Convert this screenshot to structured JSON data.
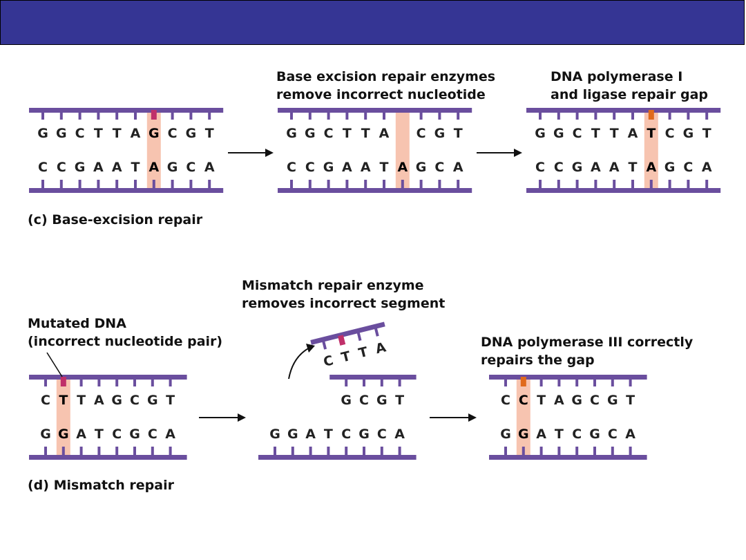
{
  "colors": {
    "title_bar": "#353594",
    "strand": "#6a4e9e",
    "highlight": "#f7c4b0",
    "mismatch_mark": "#c0306a",
    "repair_mark": "#e06a1c",
    "arrow": "#111111"
  },
  "panel_c": {
    "caption": "(c) Base-excision repair",
    "steps": [
      {
        "label_lines": [],
        "top": [
          "G",
          "G",
          "C",
          "T",
          "T",
          "A",
          "G",
          "C",
          "G",
          "T"
        ],
        "bottom": [
          "C",
          "C",
          "G",
          "A",
          "A",
          "T",
          "A",
          "G",
          "C",
          "A"
        ],
        "highlight_index": 6
      },
      {
        "label_lines": [
          "Base excision repair enzymes",
          "remove incorrect nucleotide"
        ],
        "top": [
          "G",
          "G",
          "C",
          "T",
          "T",
          "A",
          "",
          "C",
          "G",
          "T"
        ],
        "bottom": [
          "C",
          "C",
          "G",
          "A",
          "A",
          "T",
          "A",
          "G",
          "C",
          "A"
        ],
        "highlight_index": 6
      },
      {
        "label_lines": [
          "DNA polymerase I",
          "and ligase repair gap"
        ],
        "top": [
          "G",
          "G",
          "C",
          "T",
          "T",
          "A",
          "T",
          "C",
          "G",
          "T"
        ],
        "bottom": [
          "C",
          "C",
          "G",
          "A",
          "A",
          "T",
          "A",
          "G",
          "C",
          "A"
        ],
        "highlight_index": 6
      }
    ]
  },
  "panel_d": {
    "caption": "(d) Mismatch repair",
    "steps": [
      {
        "label_lines": [
          "Mutated DNA",
          "(incorrect nucleotide pair)"
        ],
        "top": [
          "C",
          "T",
          "T",
          "A",
          "G",
          "C",
          "G",
          "T"
        ],
        "bottom": [
          "G",
          "G",
          "A",
          "T",
          "C",
          "G",
          "C",
          "A"
        ],
        "highlight_index": 1
      },
      {
        "label_lines": [
          "Mismatch repair enzyme",
          "removes incorrect segment"
        ],
        "top": [
          "",
          "",
          "",
          "",
          "G",
          "C",
          "G",
          "T"
        ],
        "bottom": [
          "G",
          "G",
          "A",
          "T",
          "C",
          "G",
          "C",
          "A"
        ],
        "excised": [
          "C",
          "T",
          "T",
          "A"
        ]
      },
      {
        "label_lines": [
          "DNA polymerase III correctly",
          "repairs the gap"
        ],
        "top": [
          "C",
          "C",
          "T",
          "A",
          "G",
          "C",
          "G",
          "T"
        ],
        "bottom": [
          "G",
          "G",
          "A",
          "T",
          "C",
          "G",
          "C",
          "A"
        ],
        "highlight_index": 1
      }
    ]
  }
}
